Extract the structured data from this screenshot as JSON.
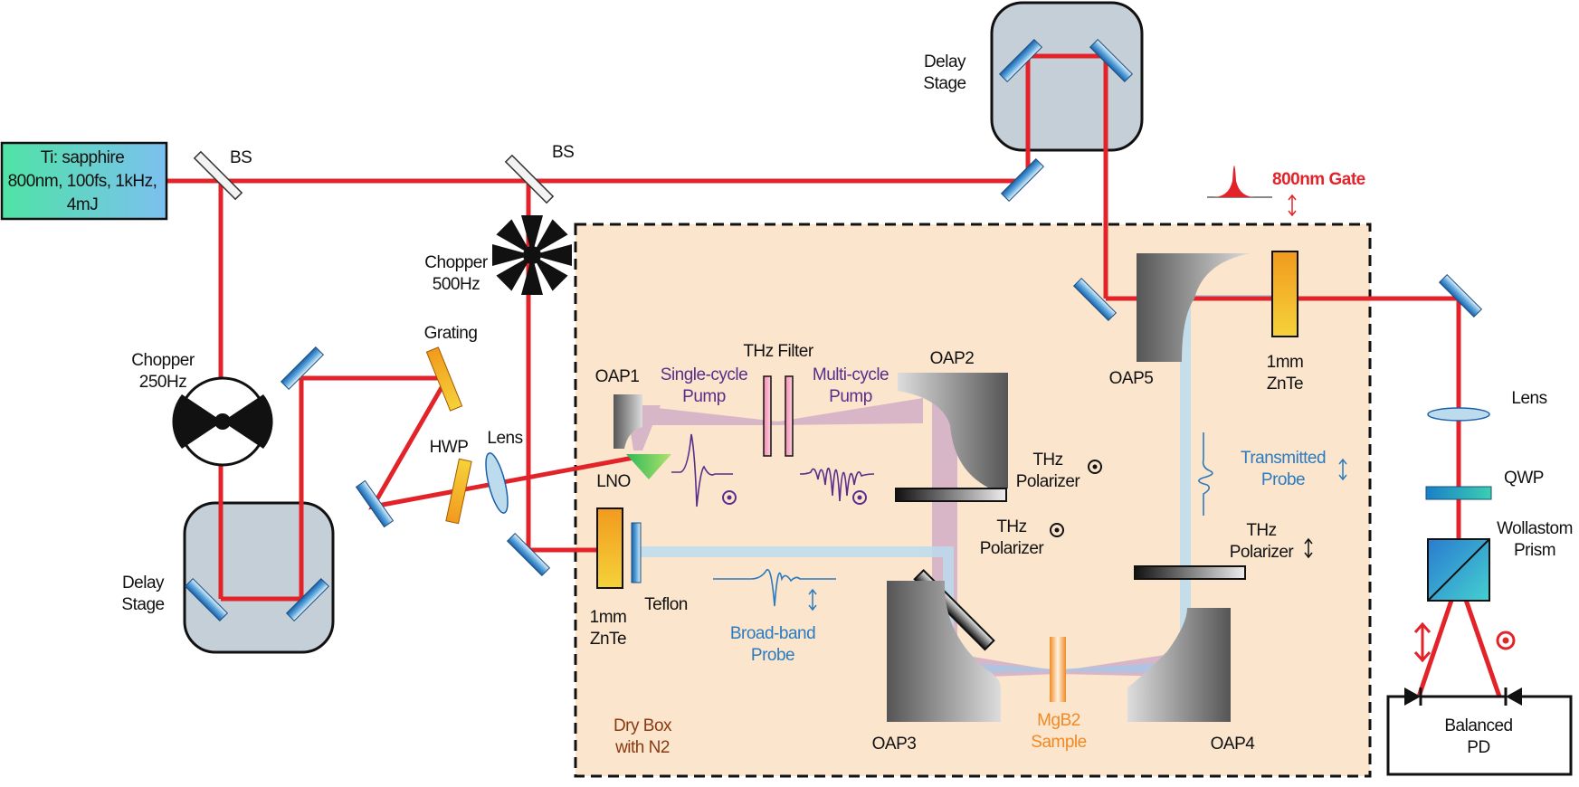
{
  "colors": {
    "beam": "#e2242a",
    "probe_beam": "#bcdcee",
    "pump_beam": "#c9a3c6",
    "drybox_fill": "#fbe5cd",
    "pump_label": "#5b2d8a",
    "probe_label": "#2a7bbf",
    "gate_label": "#e2242a",
    "sample_label": "#f08a24",
    "drybox_label": "#8a3a12"
  },
  "laser": {
    "line1": "Ti: sapphire",
    "line2": "800nm, 100fs, 1kHz,",
    "line3": "4mJ"
  },
  "labels": {
    "bs1": "BS",
    "bs2": "BS",
    "chopper250_1": "Chopper",
    "chopper250_2": "250Hz",
    "chopper500_1": "Chopper",
    "chopper500_2": "500Hz",
    "delay_left_1": "Delay",
    "delay_left_2": "Stage",
    "delay_top_1": "Delay",
    "delay_top_2": "Stage",
    "grating": "Grating",
    "hwp": "HWP",
    "lens_left": "Lens",
    "oap1": "OAP1",
    "lno": "LNO",
    "znte_left_1": "1mm",
    "znte_left_2": "ZnTe",
    "teflon": "Teflon",
    "single_cycle_1": "Single-cycle",
    "single_cycle_2": "Pump",
    "thz_filter": "THz Filter",
    "multi_cycle_1": "Multi-cycle",
    "multi_cycle_2": "Pump",
    "oap2": "OAP2",
    "thz_pol1_1": "THz",
    "thz_pol1_2": "Polarizer",
    "thz_pol2_1": "THz",
    "thz_pol2_2": "Polarizer",
    "broadband_1": "Broad-band",
    "broadband_2": "Probe",
    "drybox_1": "Dry Box",
    "drybox_2": "with N2",
    "oap3": "OAP3",
    "mgb2_1": "MgB2",
    "mgb2_2": "Sample",
    "oap4": "OAP4",
    "oap5": "OAP5",
    "znte_right_1": "1mm",
    "znte_right_2": "ZnTe",
    "gate": "800nm Gate",
    "transmitted_1": "Transmitted",
    "transmitted_2": "Probe",
    "thz_pol3_1": "THz",
    "thz_pol3_2": "Polarizer",
    "lens_right": "Lens",
    "qwp": "QWP",
    "wollaston_1": "Wollastom",
    "wollaston_2": "Prism",
    "balanced_1": "Balanced",
    "balanced_2": "PD"
  }
}
